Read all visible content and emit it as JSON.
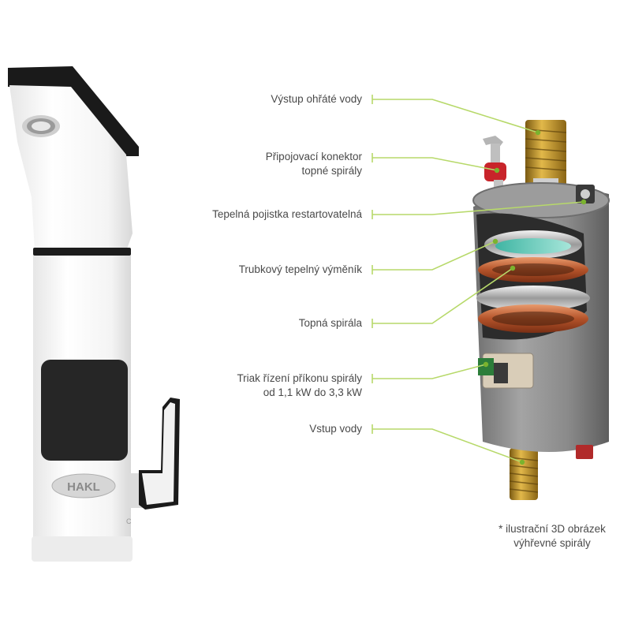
{
  "product": {
    "brand_logo_text": "HAKL",
    "side_marking": "C"
  },
  "callouts": [
    {
      "lines": [
        "Výstup ohřáté vody"
      ]
    },
    {
      "lines": [
        "Připojovací konektor",
        "topné spirály"
      ]
    },
    {
      "lines": [
        "Tepelná pojistka restartovatelná"
      ]
    },
    {
      "lines": [
        "Trubkový tepelný výměník"
      ]
    },
    {
      "lines": [
        "Topná spirála"
      ]
    },
    {
      "lines": [
        "Triak řízení příkonu spirály",
        "od 1,1 kW do 3,3 kW"
      ]
    },
    {
      "lines": [
        "Vstup vody"
      ]
    }
  ],
  "footnote": {
    "lines": [
      "* ilustrační 3D obrázek",
      "výhřevné spirály"
    ]
  },
  "colors": {
    "leader_line": "#b7d96a",
    "leader_dot": "#7ab32e",
    "text": "#4a4a4a",
    "copper": "#c8663a",
    "housing_gray": "#8c8c8c",
    "brass": "#c99a2e"
  }
}
